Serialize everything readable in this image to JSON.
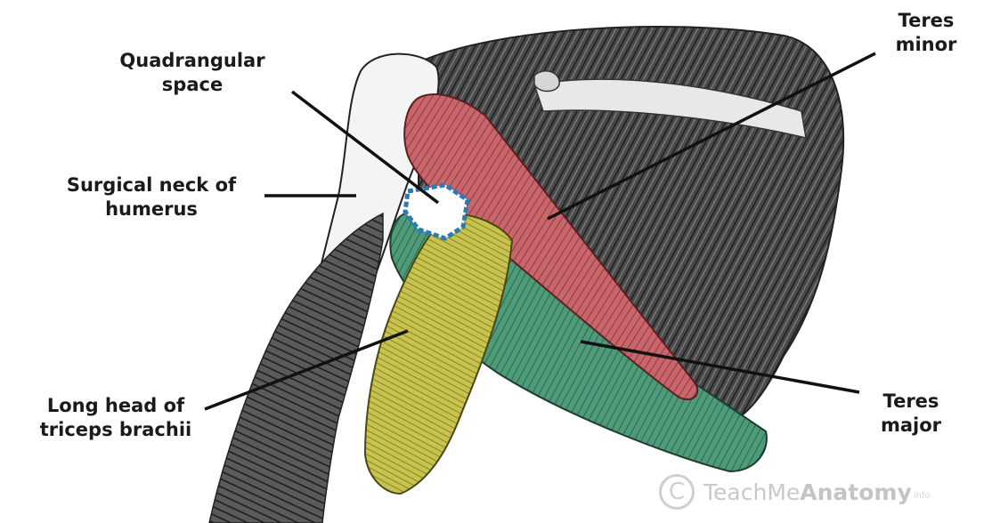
{
  "labels": {
    "quadrangular_space": [
      "Quadrangular",
      "space"
    ],
    "surgical_neck": [
      "Surgical neck of",
      "humerus"
    ],
    "teres_minor": [
      "Teres",
      "minor"
    ],
    "long_head_triceps": [
      "Long head of",
      "triceps brachii"
    ],
    "teres_major": [
      "Teres",
      "major"
    ]
  },
  "watermark": {
    "symbol": "C",
    "text_light": "TeachMe",
    "text_bold": "Anatomy",
    "suffix": "info"
  },
  "colors": {
    "teres_minor": "#c8666b",
    "teres_major": "#4f9a78",
    "triceps_long_head": "#c8c24e",
    "quadrangular_space_outline": "#2a7ab8",
    "leader_line": "#111111"
  }
}
